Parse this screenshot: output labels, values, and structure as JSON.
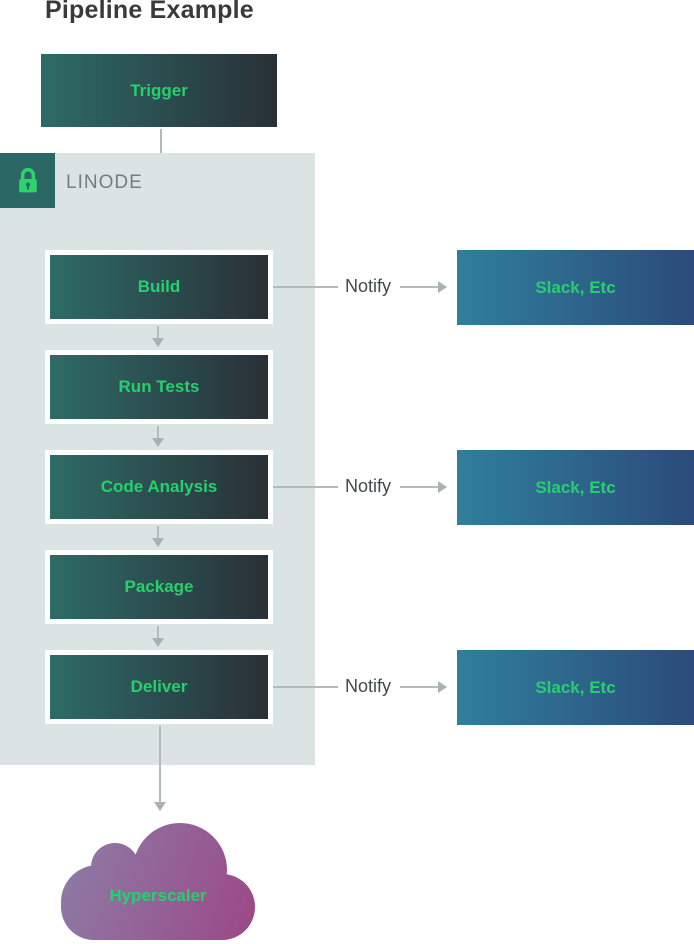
{
  "title": "Pipeline Example",
  "trigger": {
    "label": "Trigger"
  },
  "container": {
    "label": "LINODE",
    "icon": "lock-icon",
    "background": "#dce4e3",
    "badge_background": "#2b6765"
  },
  "pipeline": [
    {
      "label": "Build",
      "notify": true
    },
    {
      "label": "Run Tests",
      "notify": false
    },
    {
      "label": "Code Analysis",
      "notify": true
    },
    {
      "label": "Package",
      "notify": false
    },
    {
      "label": "Deliver",
      "notify": true
    }
  ],
  "notify_rows": [
    {
      "label": "Notify",
      "target": "Slack, Etc"
    },
    {
      "label": "Notify",
      "target": "Slack, Etc"
    },
    {
      "label": "Notify",
      "target": "Slack, Etc"
    }
  ],
  "cloud": {
    "label": "Hyperscaler"
  },
  "colors": {
    "accent_green": "#26d06d",
    "node_gradient_left": "#2d6b67",
    "node_gradient_right": "#293037",
    "slack_gradient_left": "#2f7f9b",
    "slack_gradient_right": "#2c4a7b",
    "cloud_gradient_left": "#8d7ba6",
    "cloud_gradient_right": "#9b4886",
    "arrow_gray": "#b2baba",
    "title_text": "#3a3a3a",
    "linode_text": "#71807f"
  }
}
